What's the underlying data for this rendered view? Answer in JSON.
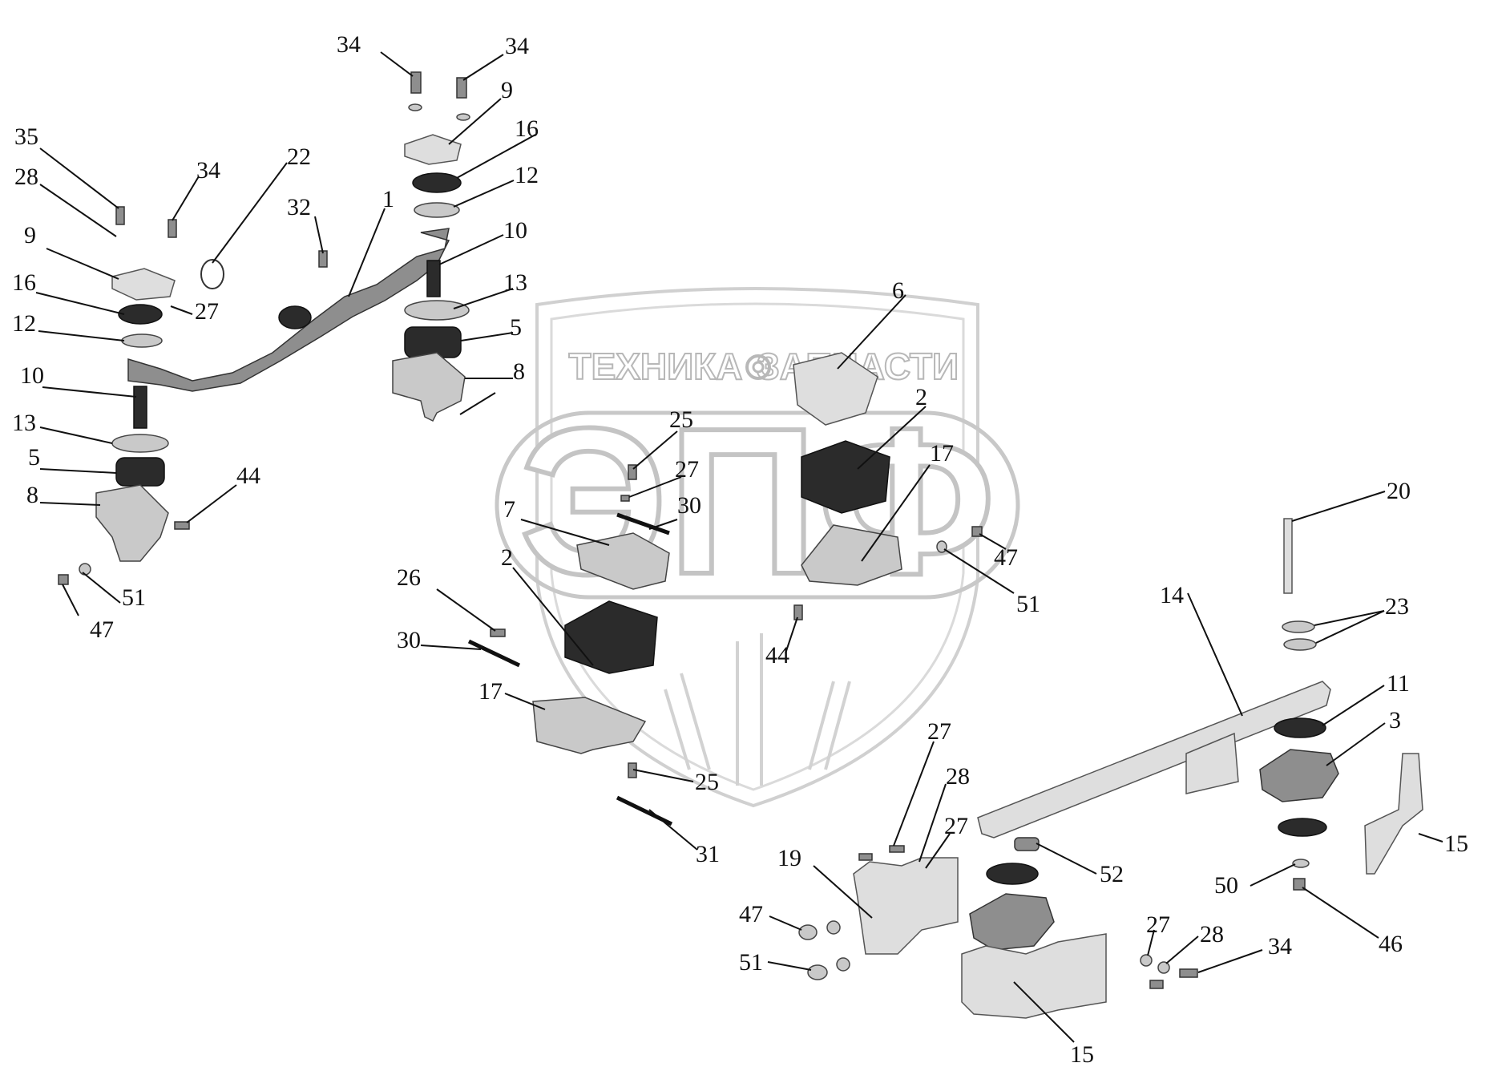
{
  "watermark": {
    "left_text": "ТЕХНИКА",
    "right_text": "ЗАПЧАСТИ",
    "big_text": "ЭПФ"
  },
  "labels": {
    "l34a": "34",
    "l34b": "34",
    "l9a": "9",
    "l16a": "16",
    "l12a": "12",
    "l35": "35",
    "l34c": "34",
    "l22": "22",
    "l28a": "28",
    "l32": "32",
    "l1": "1",
    "l10a": "10",
    "l9b": "9",
    "l16b": "16",
    "l27a": "27",
    "l13a": "13",
    "l12b": "12",
    "l5a": "5",
    "l6": "6",
    "l10b": "10",
    "l8a": "8",
    "l13b": "13",
    "l5b": "5",
    "l8b": "8",
    "l44a": "44",
    "l51a": "51",
    "l47a": "47",
    "l2a": "2",
    "l25a": "25",
    "l17a": "17",
    "l27b": "27",
    "l30a": "30",
    "l7": "7",
    "l47b": "47",
    "l51b": "51",
    "l2b": "2",
    "l26": "26",
    "l30b": "30",
    "l44b": "44",
    "l17b": "17",
    "l25b": "25",
    "l31": "31",
    "l20": "20",
    "l14": "14",
    "l23": "23",
    "l11": "11",
    "l3": "3",
    "l15a": "15",
    "l27c": "27",
    "l28b": "28",
    "l27d": "27",
    "l19": "19",
    "l52": "52",
    "l50": "50",
    "l47c": "47",
    "l51c": "51",
    "l27e": "27",
    "l28c": "28",
    "l34d": "34",
    "l46": "46",
    "l15b": "15"
  }
}
